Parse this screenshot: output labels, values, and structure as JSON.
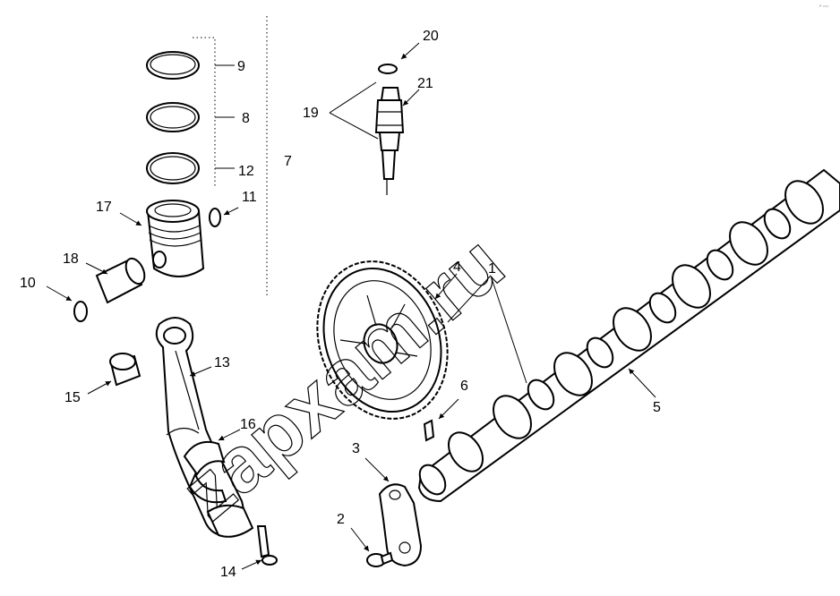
{
  "diagram": {
    "corner_mark": "↗ ===",
    "watermark": "zapxam.ru",
    "labels": {
      "l1": "1",
      "l2": "2",
      "l3": "3",
      "l4": "4",
      "l5": "5",
      "l6": "6",
      "l7": "7",
      "l8": "8",
      "l9": "9",
      "l10": "10",
      "l11": "11",
      "l12": "12",
      "l13": "13",
      "l14": "14",
      "l15": "15",
      "l16": "16",
      "l17": "17",
      "l18": "18",
      "l19": "19",
      "l20": "20",
      "l21": "21"
    }
  }
}
